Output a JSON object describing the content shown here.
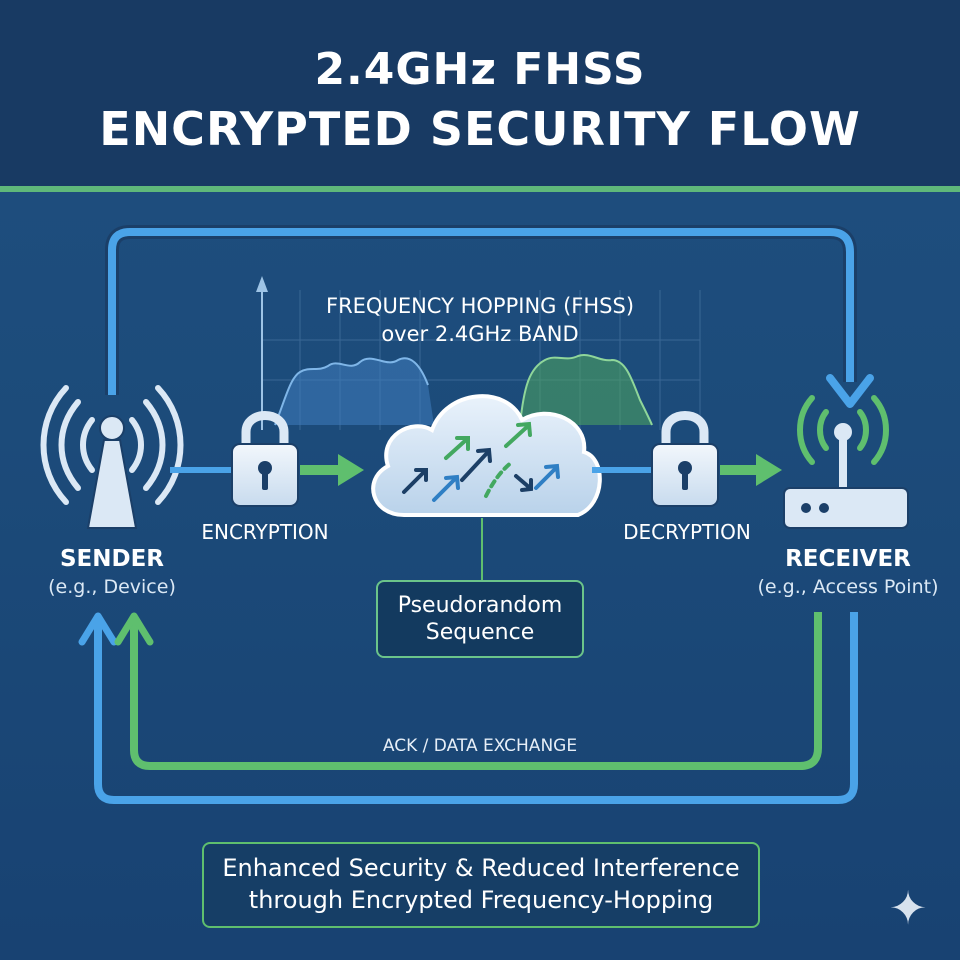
{
  "title": {
    "line1": "2.4GHz FHSS",
    "line2": "ENCRYPTED SECURITY FLOW"
  },
  "fhss": {
    "line1": "FREQUENCY HOPPING (FHSS)",
    "line2": "over 2.4GHz BAND"
  },
  "sender": {
    "label": "SENDER",
    "sublabel": "(e.g., Device)"
  },
  "receiver": {
    "label": "RECEIVER",
    "sublabel": "(e.g., Access Point)"
  },
  "encryption_label": "ENCRYPTION",
  "decryption_label": "DECRYPTION",
  "sequence": {
    "line1": "Pseudorandom",
    "line2": "Sequence"
  },
  "ack_label": "ACK / DATA EXCHANGE",
  "summary": {
    "line1": "Enhanced Security & Reduced Interference",
    "line2": "through Encrypted Frequency-Hopping"
  },
  "colors": {
    "blue_accent": "#4aa3e8",
    "green_accent": "#5fbf6e",
    "header_bg": "#183a63",
    "icon_fill": "#dbe8f5"
  },
  "icons": [
    "antenna-icon",
    "lock-icon",
    "cloud-icon",
    "router-icon",
    "sparkle-icon"
  ]
}
